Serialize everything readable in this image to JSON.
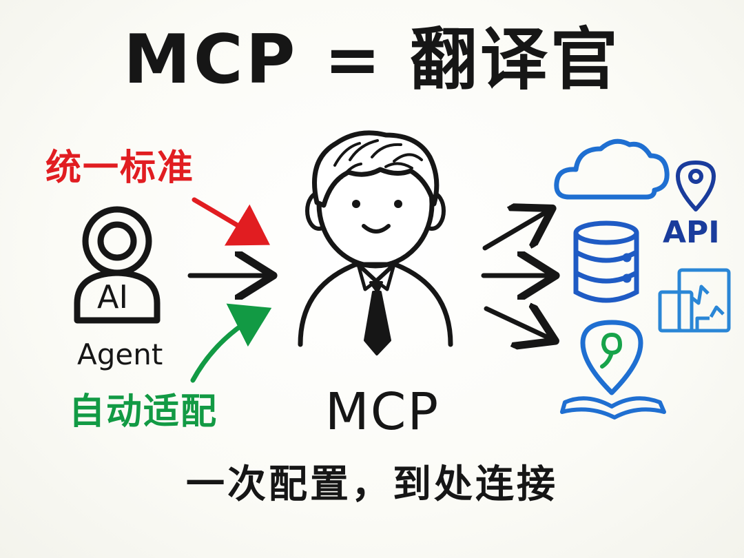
{
  "title": "MCP = 翻译官",
  "labels": {
    "unified_standard": "统一标准",
    "auto_adapt": "自动适配",
    "agent_badge": "AI",
    "agent_name": "Agent",
    "center": "MCP",
    "api": "API"
  },
  "subtitle": "一次配置，到处连接",
  "icons": {
    "left": "ai-agent-robot-icon",
    "center": "translator-person-icon",
    "right": [
      "cloud-icon",
      "database-icon",
      "map-pin-icon",
      "window-app-icon",
      "map-book-icon"
    ]
  },
  "colors": {
    "ink": "#161616",
    "standard": "#e11d21",
    "adapt": "#129a44",
    "services_blue": "#1f6fd1",
    "services_dark": "#1a3c9c"
  }
}
